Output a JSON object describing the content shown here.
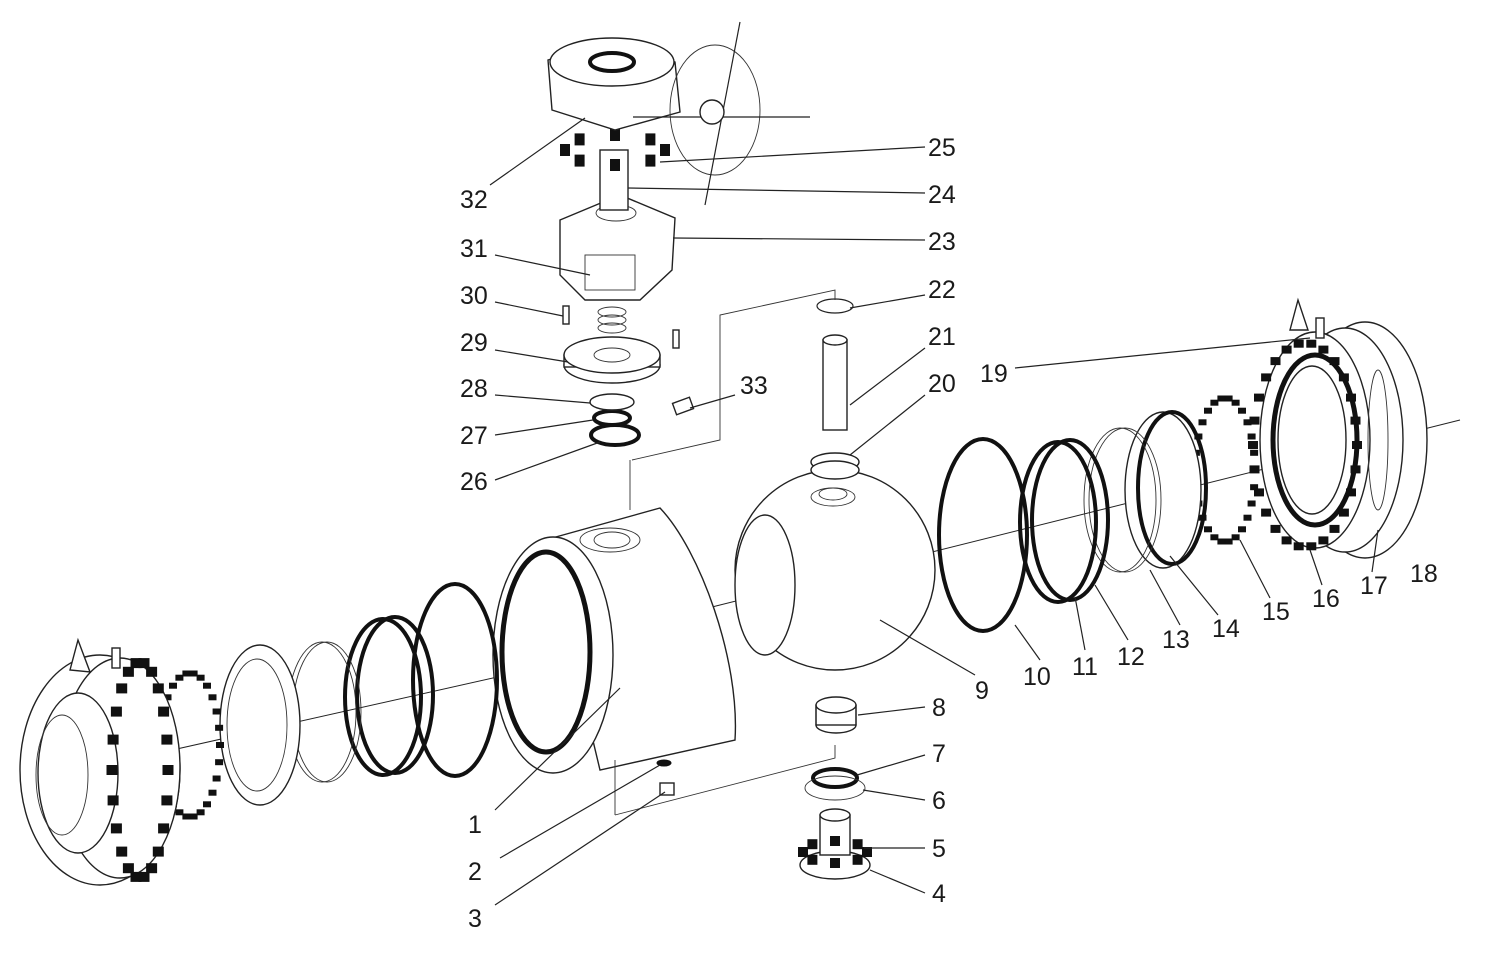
{
  "colors": {
    "line": "#222222",
    "fill": "#ffffff",
    "label": "#1a1a1a"
  },
  "callouts": [
    {
      "id": "1",
      "text": "1"
    },
    {
      "id": "2",
      "text": "2"
    },
    {
      "id": "3",
      "text": "3"
    },
    {
      "id": "4",
      "text": "4"
    },
    {
      "id": "5",
      "text": "5"
    },
    {
      "id": "6",
      "text": "6"
    },
    {
      "id": "7",
      "text": "7"
    },
    {
      "id": "8",
      "text": "8"
    },
    {
      "id": "9",
      "text": "9"
    },
    {
      "id": "10",
      "text": "10"
    },
    {
      "id": "11",
      "text": "11"
    },
    {
      "id": "12",
      "text": "12"
    },
    {
      "id": "13",
      "text": "13"
    },
    {
      "id": "14",
      "text": "14"
    },
    {
      "id": "15",
      "text": "15"
    },
    {
      "id": "16",
      "text": "16"
    },
    {
      "id": "17",
      "text": "17"
    },
    {
      "id": "18",
      "text": "18"
    },
    {
      "id": "19",
      "text": "19"
    },
    {
      "id": "20",
      "text": "20"
    },
    {
      "id": "21",
      "text": "21"
    },
    {
      "id": "22",
      "text": "22"
    },
    {
      "id": "23",
      "text": "23"
    },
    {
      "id": "24",
      "text": "24"
    },
    {
      "id": "25",
      "text": "25"
    },
    {
      "id": "26",
      "text": "26"
    },
    {
      "id": "27",
      "text": "27"
    },
    {
      "id": "28",
      "text": "28"
    },
    {
      "id": "29",
      "text": "29"
    },
    {
      "id": "30",
      "text": "30"
    },
    {
      "id": "31",
      "text": "31"
    },
    {
      "id": "32",
      "text": "32"
    },
    {
      "id": "33",
      "text": "33"
    }
  ]
}
